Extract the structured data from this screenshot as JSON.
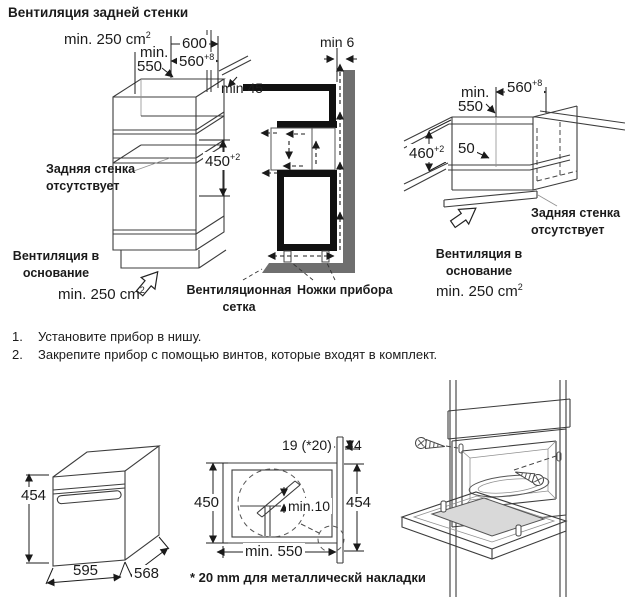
{
  "header": {
    "title": "Вентиляция задней стенки"
  },
  "top_left": {
    "vent_area_top": "min. 250 cm",
    "vent_area_top_sup": "2",
    "dim_min_word": "min.",
    "dim_550": "550",
    "dim_600": "600",
    "dim_560_base": "560",
    "dim_560_sup": "+8",
    "dim_min45": "min 45",
    "dim_450_base": "450",
    "dim_450_sup": "+2",
    "back_wall_line1": "Задняя стенка",
    "back_wall_line2": "отсутствует",
    "vent_base_line1": "Вентиляция в",
    "vent_base_line2": "основание",
    "vent_area_bottom": "min. 250 cm",
    "vent_area_bottom_sup": "2"
  },
  "top_center": {
    "dim_min6": "min 6",
    "grid_line1": "Вентиляционная",
    "grid_line2": "сетка",
    "feet_label": "Ножки прибора"
  },
  "top_right": {
    "dim_min_word": "min.",
    "dim_550": "550",
    "dim_560_base": "560",
    "dim_560_sup": "+8",
    "dim_460_base": "460",
    "dim_460_sup": "+2",
    "dim_50": "50",
    "back_wall_line1": "Задняя стенка",
    "back_wall_line2": "отсутствует",
    "vent_base_line1": "Вентиляция в",
    "vent_base_line2": "основание",
    "vent_area": "min. 250 cm",
    "vent_area_sup": "2"
  },
  "instructions": {
    "items": [
      {
        "num": "1.",
        "text": "Установите прибор в нишу."
      },
      {
        "num": "2.",
        "text": "Закрепите прибор с помощью винтов, которые входят в комплект."
      }
    ]
  },
  "bottom_left": {
    "dim_height": "454",
    "dim_width": "595",
    "dim_depth": "568"
  },
  "bottom_center": {
    "dim_overlap": "19 (*20)",
    "dim_gap": "4",
    "dim_height": "450",
    "dim_min10": "min.10",
    "dim_height_outer": "454",
    "dim_width": "min. 550",
    "footnote": "* 20 mm для металлическй накладки"
  }
}
